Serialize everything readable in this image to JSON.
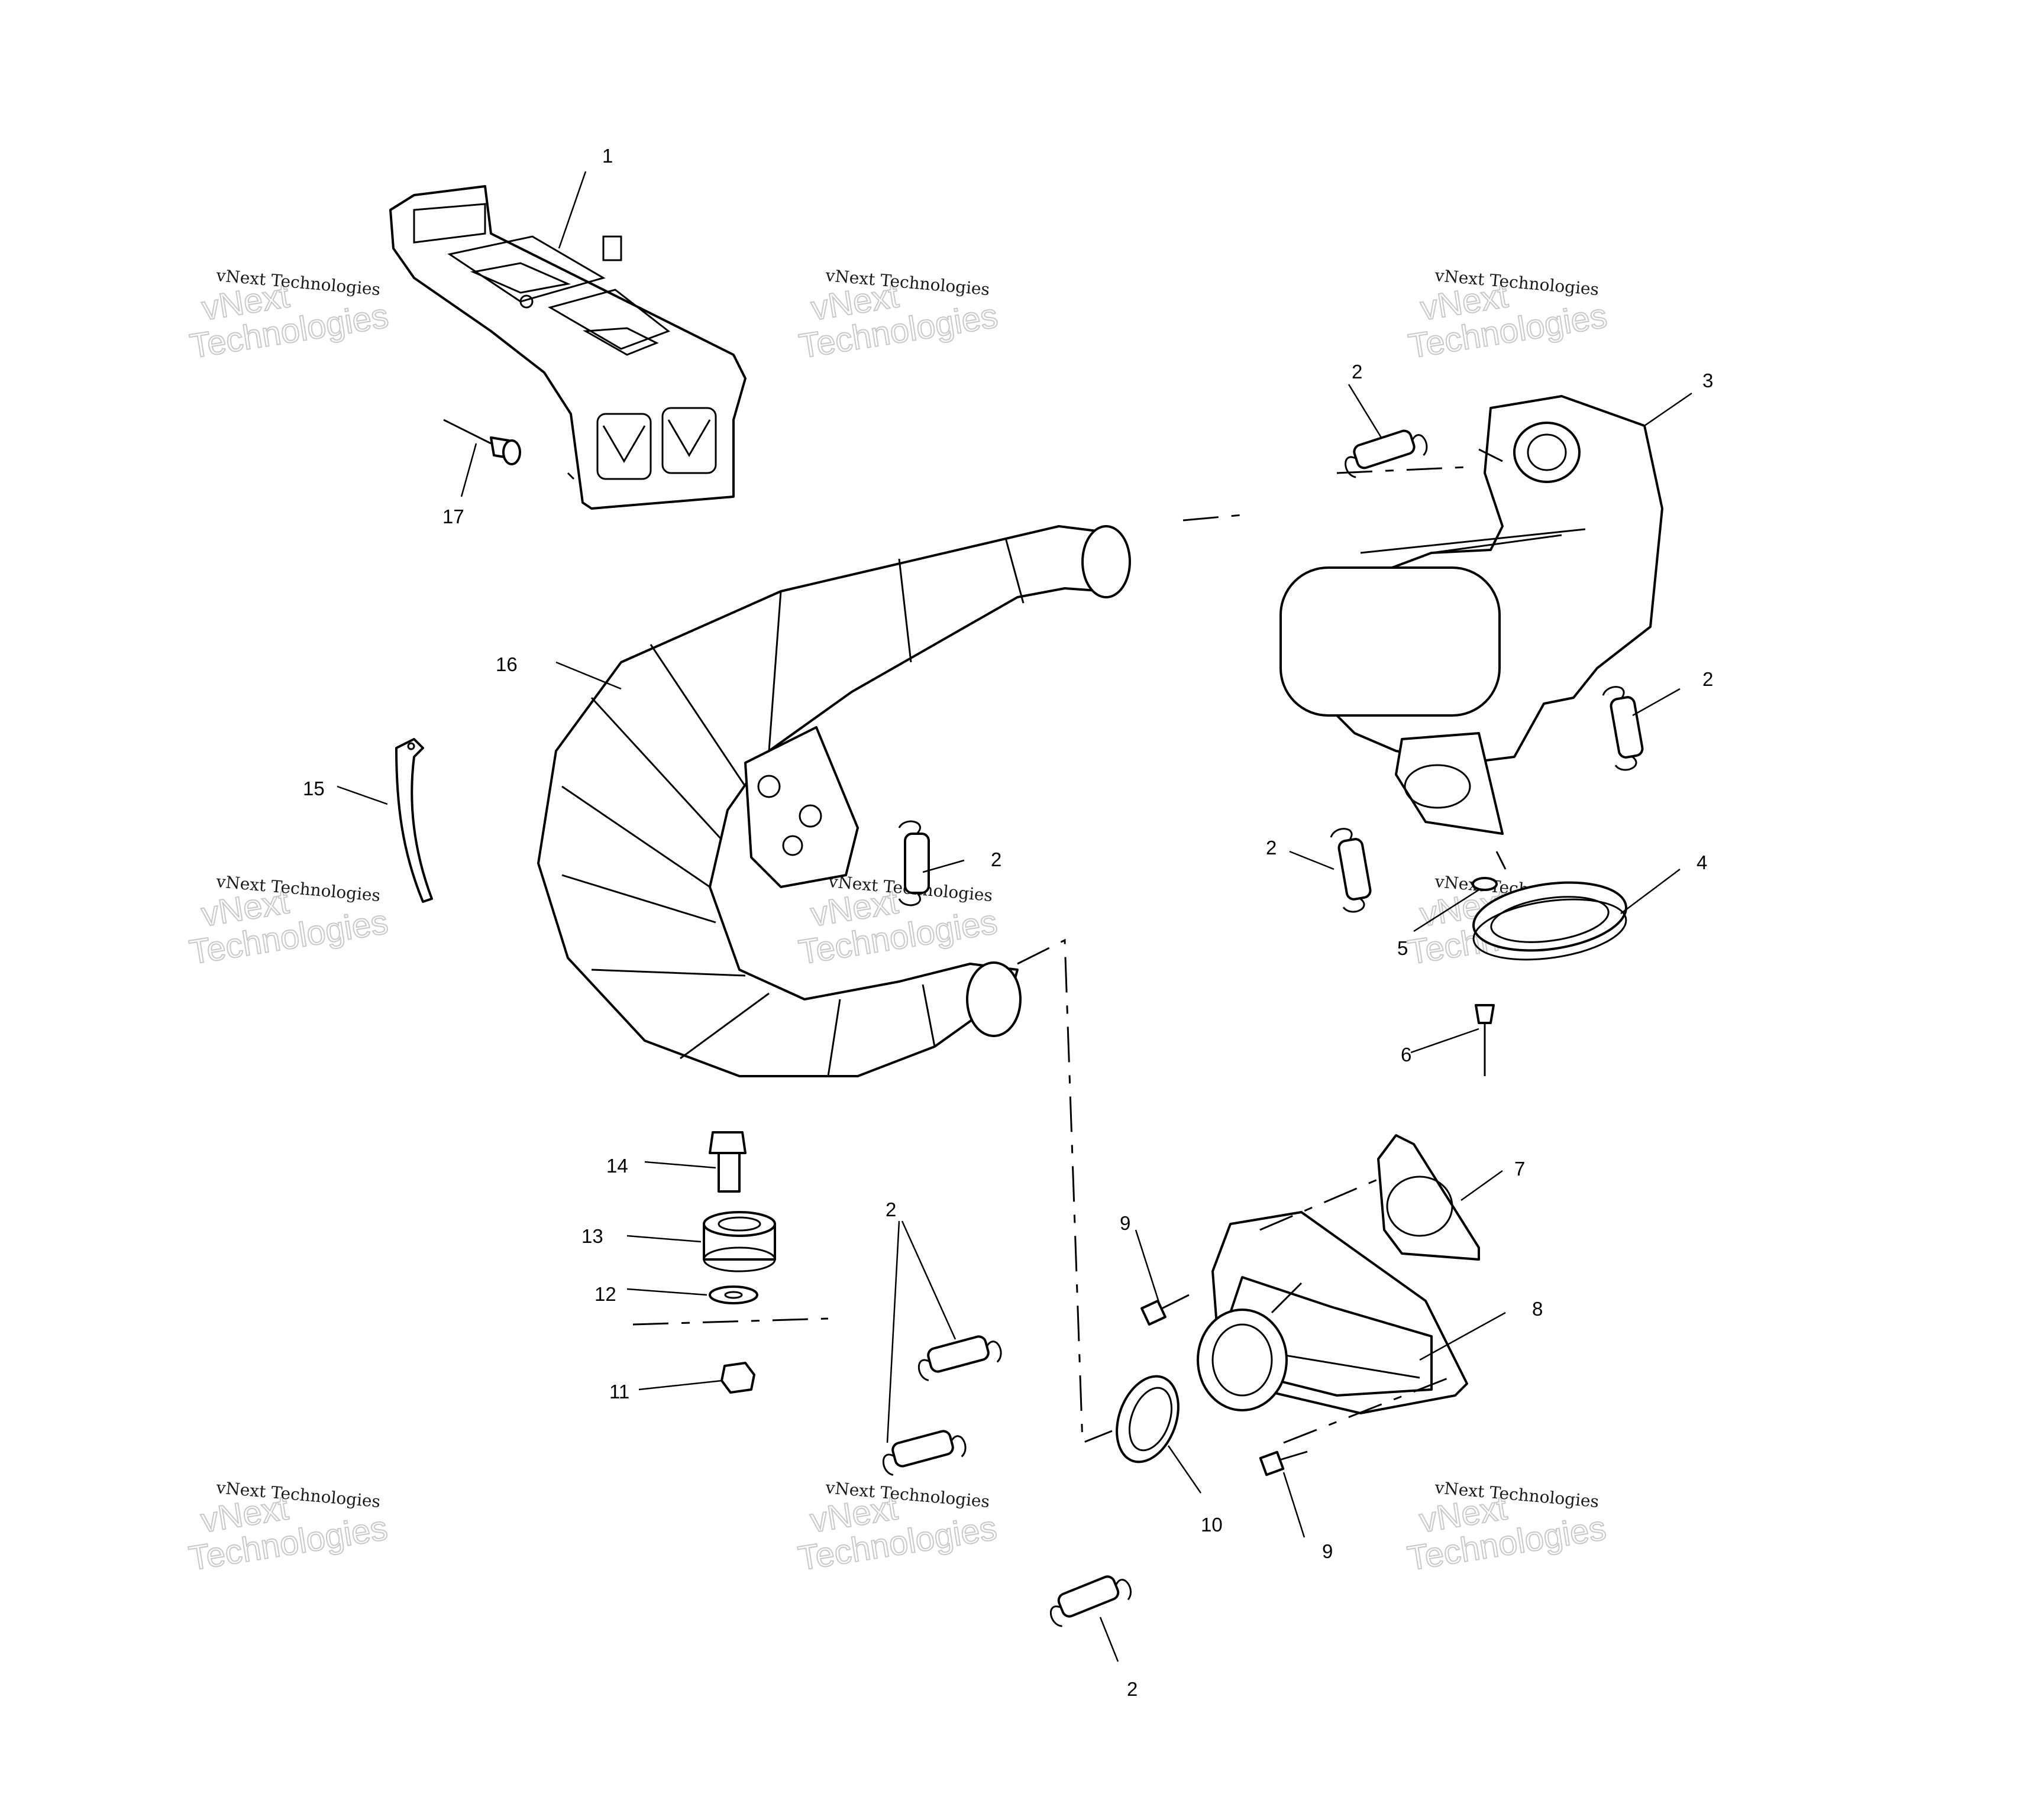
{
  "watermark": {
    "line1": "vNext Technologies",
    "line2a": "vNext",
    "line2b": "Technologies"
  },
  "callouts": {
    "c1": "1",
    "c2a": "2",
    "c2b": "2",
    "c2c": "2",
    "c2d": "2",
    "c2e": "2",
    "c2f": "2",
    "c3": "3",
    "c4": "4",
    "c5": "5",
    "c6": "6",
    "c7": "7",
    "c8": "8",
    "c9a": "9",
    "c9b": "9",
    "c10": "10",
    "c11": "11",
    "c12": "12",
    "c13": "13",
    "c14": "14",
    "c15": "15",
    "c16": "16",
    "c17": "17"
  }
}
